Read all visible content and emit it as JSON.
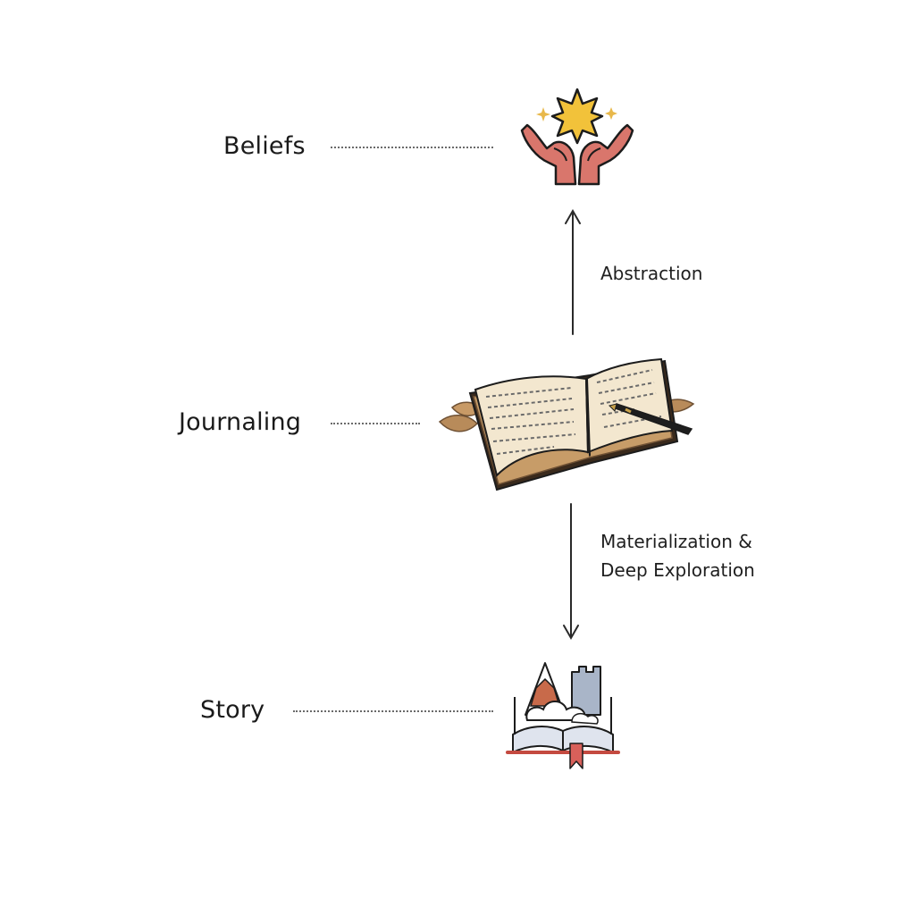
{
  "nodes": [
    {
      "id": "beliefs",
      "label": "Beliefs",
      "icon": "hands-star-icon"
    },
    {
      "id": "journaling",
      "label": "Journaling",
      "icon": "open-book-pen-icon"
    },
    {
      "id": "story",
      "label": "Story",
      "icon": "storybook-castle-icon"
    }
  ],
  "edges": [
    {
      "from": "journaling",
      "to": "beliefs",
      "label_lines": [
        "Abstraction"
      ]
    },
    {
      "from": "journaling",
      "to": "story",
      "label_lines": [
        "Materialization &",
        "Deep Exploration"
      ]
    }
  ],
  "colors": {
    "text": "#1a1a1a",
    "leader": "#6a6a6a",
    "hands": "#d9766c",
    "star": "#f2c23a",
    "paper": "#f3e7cf",
    "cover": "#7b5a36",
    "leaf": "#b88b5a",
    "mountain": "#c86a4a",
    "castle": "#a9b5c8",
    "bookmark": "#d9605a"
  }
}
